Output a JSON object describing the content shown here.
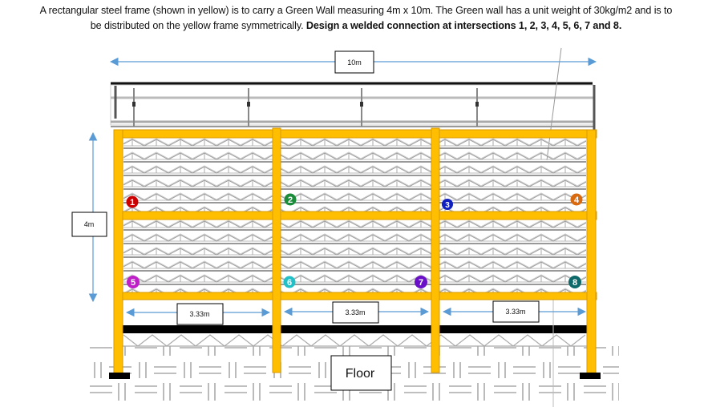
{
  "problem": {
    "line1": "A rectangular steel frame (shown in yellow) is to carry a Green Wall measuring 4m x 10m. The Green wall has a unit weight of 30kg/m2 and is to",
    "line2_plain": "be distributed on the yellow frame symmetrically. ",
    "line2_bold": "Design a welded connection at intersections 1, 2, 3, 4, 5, 6, 7 and 8."
  },
  "dimensions": {
    "overall_width": "10m",
    "overall_height": "4m",
    "bay_widths": [
      "3.33m",
      "3.33m",
      "3.33m"
    ]
  },
  "floor_label": "Floor",
  "intersections": [
    {
      "number": "1",
      "color": "#cc0000"
    },
    {
      "number": "2",
      "color": "#1a8c3a"
    },
    {
      "number": "3",
      "color": "#1020c0"
    },
    {
      "number": "4",
      "color": "#d96a10"
    },
    {
      "number": "5",
      "color": "#c020c8"
    },
    {
      "number": "6",
      "color": "#20c0c8"
    },
    {
      "number": "7",
      "color": "#6a10c8"
    },
    {
      "number": "8",
      "color": "#0e6a6a"
    }
  ],
  "colors": {
    "frame": "#ffbf00",
    "frame_edge": "#d99a00",
    "dimension_arrow": "#5b9bd5"
  }
}
